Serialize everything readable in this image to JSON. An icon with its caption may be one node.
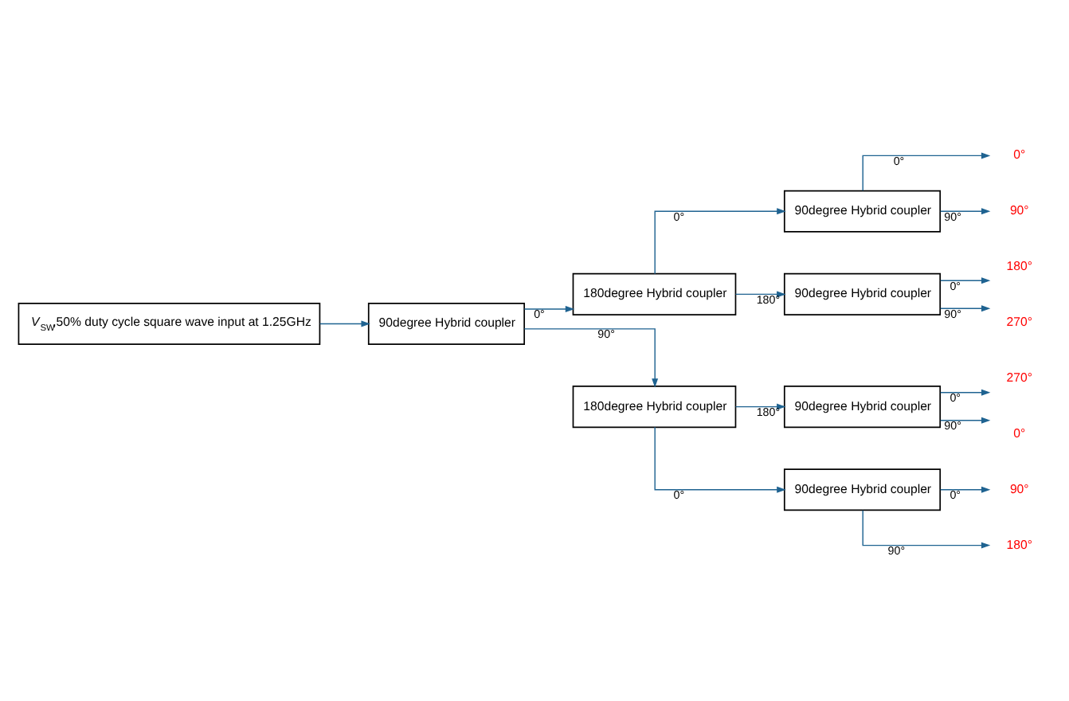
{
  "diagram": {
    "nodes": [
      {
        "text": [
          "*V*$_{SW}$,50% duty cycle square wave input at 1.25GHz"
        ]
      },
      {
        "text": [
          "90degree Hybrid coupler"
        ]
      },
      {
        "text": [
          "180degree Hybrid coupler"
        ]
      },
      {
        "text": [
          "180degree Hybrid coupler"
        ]
      },
      {
        "text": [
          "90degree Hybrid coupler"
        ]
      },
      {
        "text": [
          "90degree Hybrid coupler"
        ]
      },
      {
        "text": [
          "90degree Hybrid coupler"
        ]
      },
      {
        "text": [
          "90degree Hybrid coupler"
        ]
      },
      {
        "text": [
          "0°"
        ]
      },
      {
        "text": [
          "90°"
        ]
      },
      {
        "text": [
          "180°"
        ]
      },
      {
        "text": [
          "270°"
        ]
      },
      {
        "text": [
          "270°"
        ]
      },
      {
        "text": [
          "0°"
        ]
      },
      {
        "text": [
          "90°"
        ]
      },
      {
        "text": [
          "180°"
        ]
      }
    ],
    "edges": [
      {
        "from": 0,
        "to": 1,
        "arrow": "to"
      },
      {
        "from": 1,
        "to": 2,
        "arrow": "to",
        "label": "0°"
      },
      {
        "from": 1,
        "to": 3,
        "arrow": "to",
        "label": "90°"
      },
      {
        "from": 2,
        "to": 4,
        "arrow": "to",
        "label": "0°"
      },
      {
        "from": 2,
        "to": 5,
        "arrow": "to",
        "label": "180°"
      },
      {
        "from": 3,
        "to": 6,
        "arrow": "to",
        "label": "180°"
      },
      {
        "from": 3,
        "to": 7,
        "arrow": "to",
        "label": "0°"
      },
      {
        "from": 4,
        "to": 8,
        "arrow": "to",
        "label": "0°"
      },
      {
        "from": 4,
        "to": 9,
        "arrow": "to",
        "label": "90°"
      },
      {
        "from": 5,
        "to": 10,
        "arrow": "to",
        "label": "0°"
      },
      {
        "from": 5,
        "to": 11,
        "arrow": "to",
        "label": "90°"
      },
      {
        "from": 6,
        "to": 12,
        "arrow": "to",
        "label": "0°"
      },
      {
        "from": 6,
        "to": 13,
        "arrow": "to",
        "label": "90°"
      },
      {
        "from": 7,
        "to": 14,
        "arrow": "to",
        "label": "0°"
      },
      {
        "from": 7,
        "to": 15,
        "arrow": "to",
        "label": "90°"
      }
    ]
  }
}
